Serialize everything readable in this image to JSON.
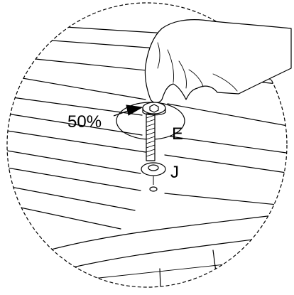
{
  "callouts": {
    "torque": "50%",
    "screw_label": "E",
    "washer_label": "J"
  },
  "icons": {
    "hand": "hand-icon",
    "arrow": "arrow-icon",
    "screw": "screw-icon",
    "washer": "washer-icon"
  },
  "colors": {
    "ink": "#000000",
    "paper": "#ffffff"
  }
}
